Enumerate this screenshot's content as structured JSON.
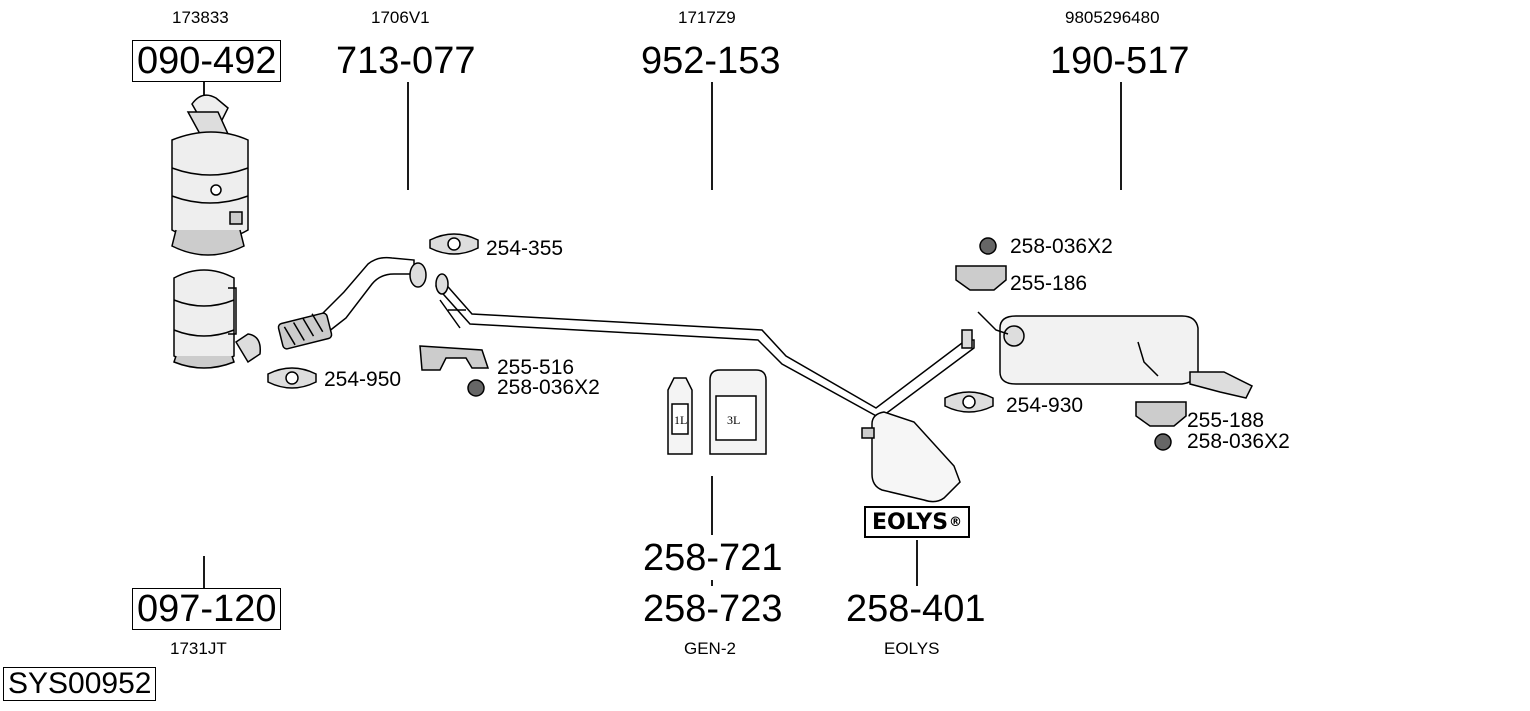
{
  "system_code": "SYS00952",
  "parts": {
    "dpf": {
      "oem": "173833",
      "number": "090-492"
    },
    "cat": {
      "oem": "1731JT",
      "number": "097-120"
    },
    "front_pipe": {
      "oem": "1706V1",
      "number": "713-077"
    },
    "middle_pipe": {
      "oem": "1717Z9",
      "number": "952-153"
    },
    "rear_silencer": {
      "oem": "9805296480",
      "number": "190-517"
    },
    "additive": {
      "numbers": [
        "258-721",
        "258-723"
      ],
      "label": "GEN-2",
      "can_small": "1L",
      "can_large": "3L"
    },
    "eolys": {
      "number": "258-401",
      "label": "EOLYS",
      "brand": "EOLYS",
      "reg": "®"
    }
  },
  "fittings": {
    "clamp_front": "254-355",
    "clamp_cat": "254-950",
    "bracket_mid": "255-516",
    "nut_mid": "258-036X2",
    "nut_rear_top": "258-036X2",
    "bracket_rear_top": "255-186",
    "clamp_rear": "254-930",
    "bracket_rear": "255-188",
    "nut_rear": "258-036X2"
  }
}
